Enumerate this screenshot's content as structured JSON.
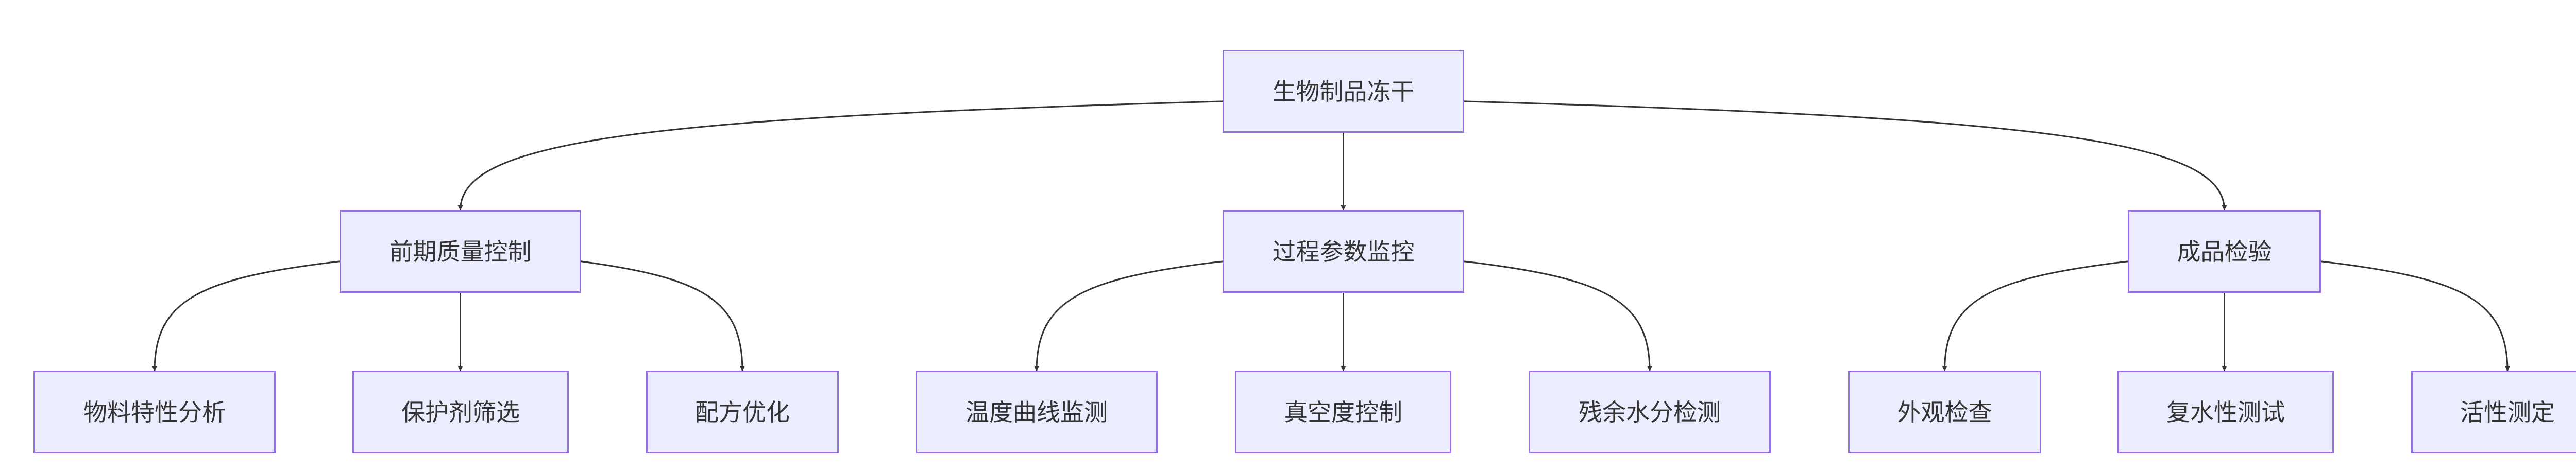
{
  "diagram": {
    "type": "tree",
    "root": "生物制品冻干",
    "branches": [
      {
        "label": "前期质量控制",
        "children": [
          "物料特性分析",
          "保护剂筛选",
          "配方优化"
        ]
      },
      {
        "label": "过程参数监控",
        "children": [
          "温度曲线监测",
          "真空度控制",
          "残余水分检测"
        ]
      },
      {
        "label": "成品检验",
        "children": [
          "外观检查",
          "复水性测试",
          "活性测定"
        ]
      }
    ]
  },
  "colors": {
    "node_fill": "#ececff",
    "node_border": "#9370db",
    "edge": "#333333",
    "text": "#333333"
  }
}
